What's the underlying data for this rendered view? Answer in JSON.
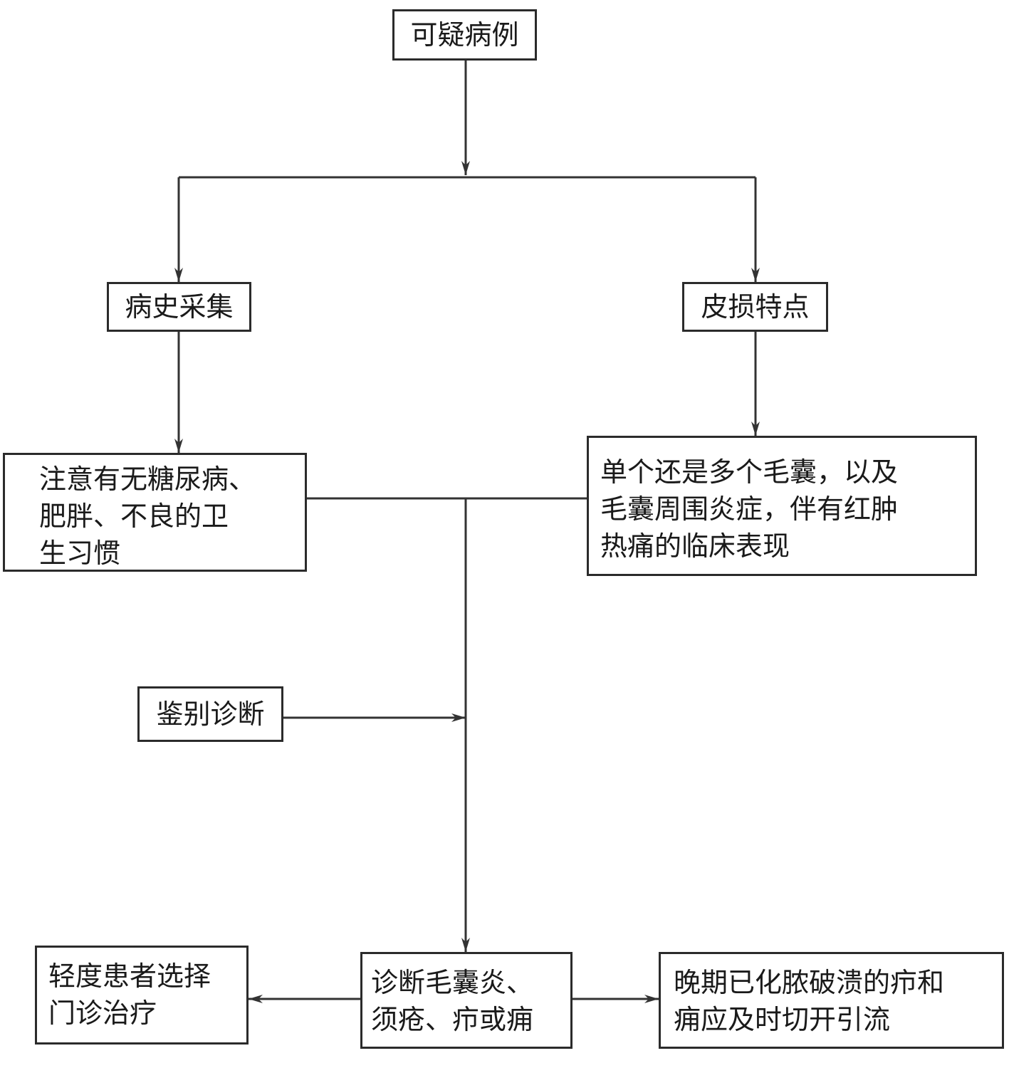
{
  "diagram": {
    "nodes": {
      "suspected_case": "可疑病例",
      "history_taking": "病史采集",
      "lesion_features": "皮损特点",
      "history_details": [
        "注意有无糖尿病、",
        "肥胖、不良的卫",
        "生习惯"
      ],
      "lesion_details": [
        "单个还是多个毛囊，以及",
        "毛囊周围炎症，伴有红肿",
        "热痛的临床表现"
      ],
      "differential_diagnosis": "鉴别诊断",
      "diagnosis": [
        "诊断毛囊炎、",
        "须疮、疖或痈"
      ],
      "mild_outpatient": [
        "轻度患者选择",
        "门诊治疗"
      ],
      "late_drainage": [
        "晚期已化脓破溃的疖和",
        "痈应及时切开引流"
      ]
    },
    "line_color": "#333333"
  }
}
